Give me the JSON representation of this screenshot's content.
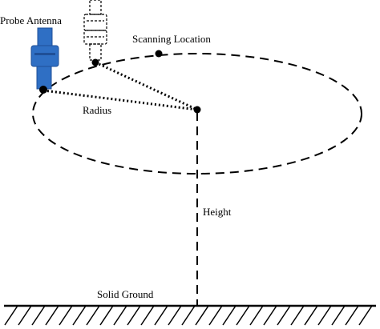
{
  "labels": {
    "probe_antenna": "Probe Antenna",
    "scanning_location": "Scanning Location",
    "radius": "Radius",
    "height": "Height",
    "solid_ground": "Solid Ground"
  },
  "colors": {
    "antenna_blue": "#2f6fc4",
    "antenna_blue_dark": "#1f4f97",
    "line": "#000000",
    "background": "#ffffff"
  },
  "icons": {
    "probe": "probe-antenna-icon",
    "probe_outline": "probe-antenna-outline-icon"
  }
}
